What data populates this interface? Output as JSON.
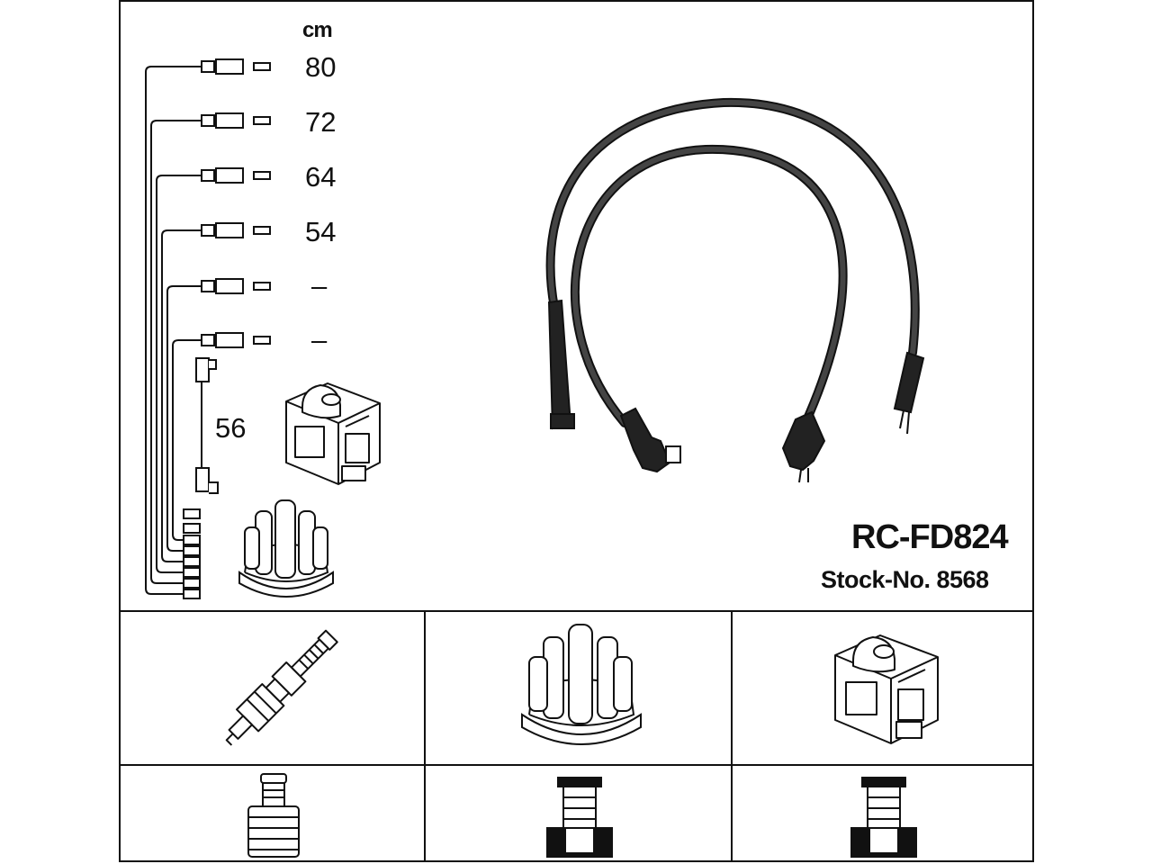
{
  "diagram": {
    "unit_label": "cm",
    "lead_lengths": [
      "80",
      "72",
      "64",
      "54",
      "–",
      "–"
    ],
    "coil_lead_length": "56",
    "part_number": "RC-FD824",
    "stock_number": "Stock-No. 8568"
  },
  "icons": {
    "top": [
      "ignition-coil-icon",
      "distributor-cap-icon",
      "ignition-cable-set-icon"
    ],
    "cells_middle": [
      "spark-plug-icon",
      "distributor-cap-icon",
      "ignition-coil-icon"
    ],
    "cells_bottom": [
      "spark-plug-connector-icon",
      "distributor-connector-icon",
      "coil-connector-icon"
    ]
  }
}
